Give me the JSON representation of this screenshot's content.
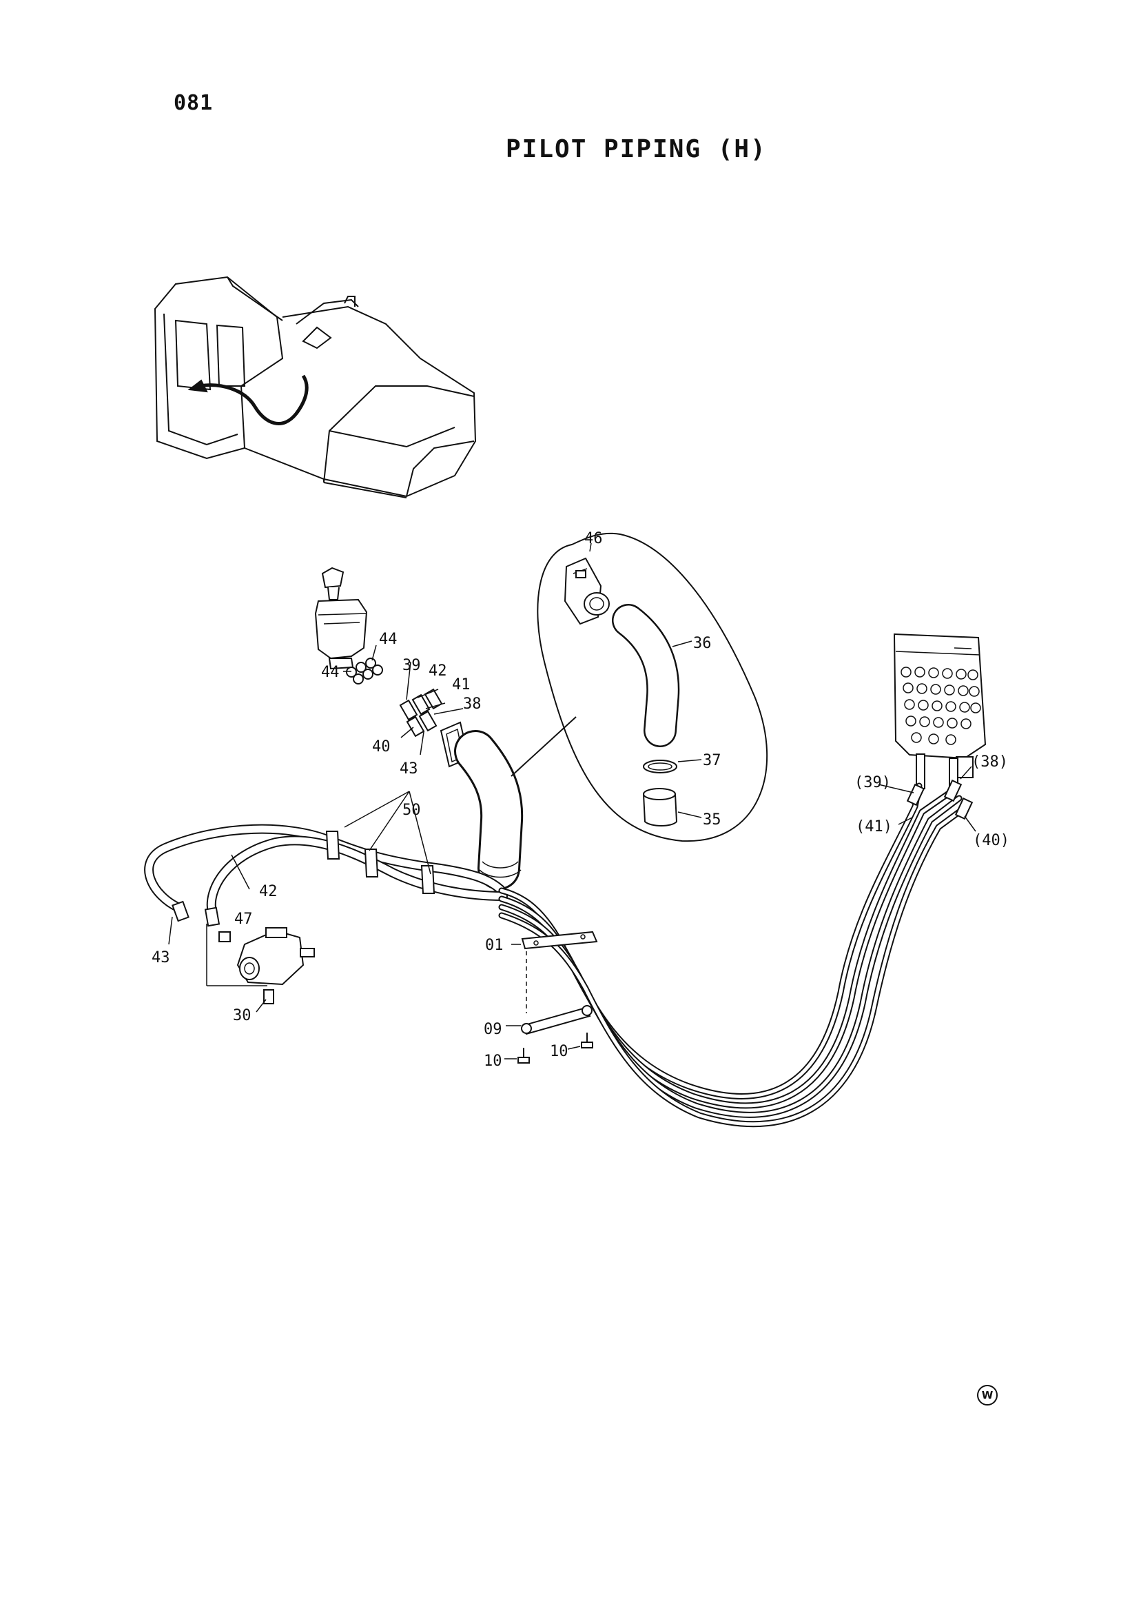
{
  "header": {
    "page_number": "081",
    "title": "PILOT PIPING (H)"
  },
  "footer": {
    "mark": "W"
  },
  "part_labels": [
    "46",
    "36",
    "37",
    "35",
    "44",
    "44",
    "39",
    "42",
    "41",
    "38",
    "40",
    "43",
    "50",
    "42",
    "43",
    "47",
    "30",
    "01",
    "09",
    "10",
    "10",
    "(38)",
    "(39)",
    "(41)",
    "(40)"
  ]
}
